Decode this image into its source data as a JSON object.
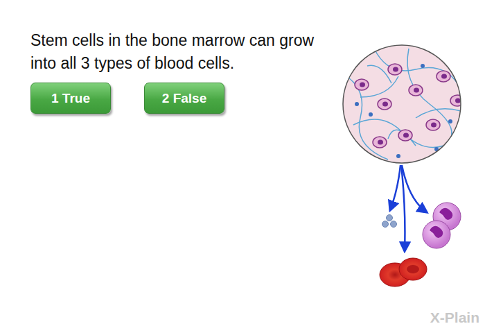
{
  "diagram": {
    "title": "Stem cells in the bone marrow can grow into all 3 types of blood cells.",
    "nodes": [
      {
        "text": [
          "1 True"
        ]
      },
      {
        "text": [
          "2 False"
        ]
      }
    ],
    "labels": [
      "X-Plain"
    ]
  }
}
